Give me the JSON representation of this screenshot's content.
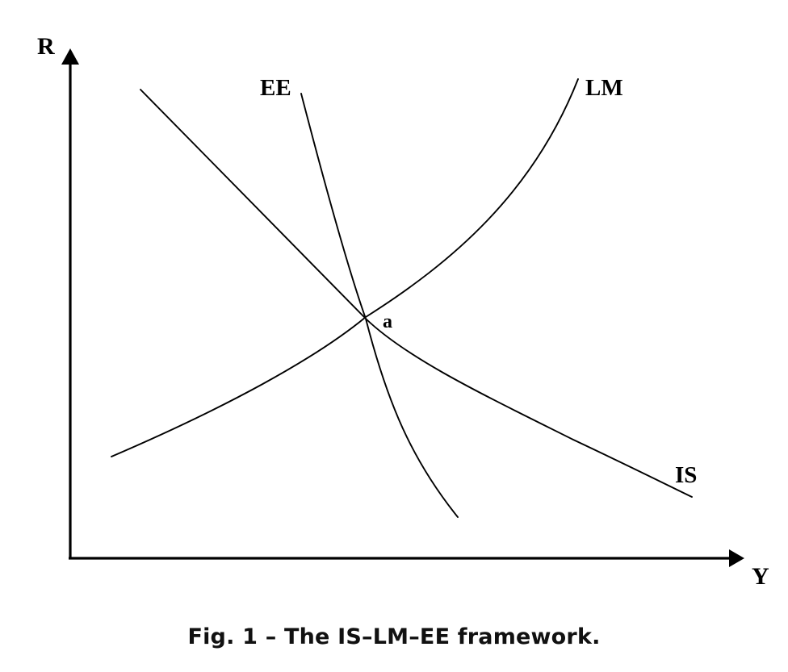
{
  "figure": {
    "axes": {
      "y_label": "R",
      "x_label": "Y"
    },
    "curves": {
      "ee_label": "EE",
      "lm_label": "LM",
      "is_label": "IS"
    },
    "equilibrium_label": "a"
  },
  "caption": "Fig. 1 – The IS–LM–EE framework."
}
